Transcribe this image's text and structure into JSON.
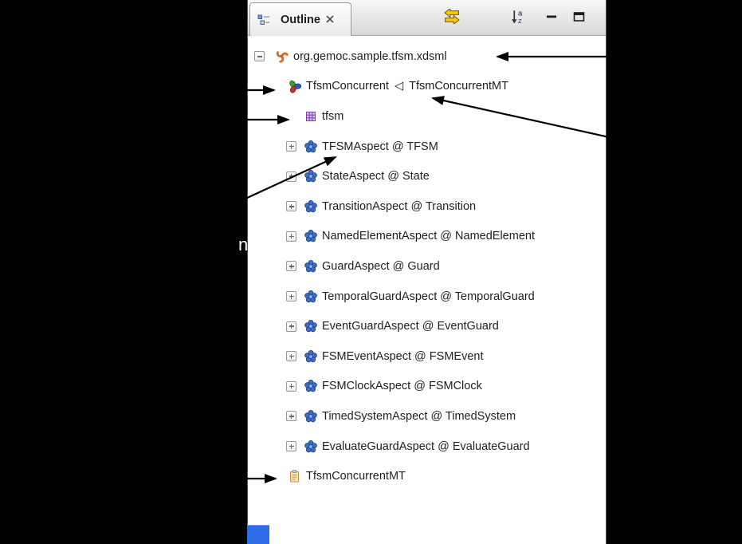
{
  "panel": {
    "tab": {
      "label": "Outline"
    },
    "toolbar": {
      "sort_a": "a",
      "sort_z": "z"
    }
  },
  "tree": {
    "rows": [
      {
        "level": 0,
        "expander": "minus",
        "icon": "gemoc-model-icon",
        "label": "org.gemoc.sample.tfsm.xdsml"
      },
      {
        "level": 1,
        "expander": null,
        "icon": "language-icon",
        "label": "TfsmConcurrent",
        "sep": "◁",
        "ref": "TfsmConcurrentMT"
      },
      {
        "level": 2,
        "expander": null,
        "icon": "package-icon",
        "label": "tfsm"
      },
      {
        "level": 2,
        "expander": "plus",
        "icon": "aspect-icon",
        "label": "TFSMAspect @ TFSM"
      },
      {
        "level": 2,
        "expander": "plus",
        "icon": "aspect-icon",
        "label": "StateAspect @ State"
      },
      {
        "level": 2,
        "expander": "plus",
        "icon": "aspect-icon",
        "label": "TransitionAspect @ Transition"
      },
      {
        "level": 2,
        "expander": "plus",
        "icon": "aspect-icon",
        "label": "NamedElementAspect @ NamedElement"
      },
      {
        "level": 2,
        "expander": "plus",
        "icon": "aspect-icon",
        "label": "GuardAspect @ Guard"
      },
      {
        "level": 2,
        "expander": "plus",
        "icon": "aspect-icon",
        "label": "TemporalGuardAspect @ TemporalGuard"
      },
      {
        "level": 2,
        "expander": "plus",
        "icon": "aspect-icon",
        "label": "EventGuardAspect @ EventGuard"
      },
      {
        "level": 2,
        "expander": "plus",
        "icon": "aspect-icon",
        "label": "FSMEventAspect @ FSMEvent"
      },
      {
        "level": 2,
        "expander": "plus",
        "icon": "aspect-icon",
        "label": "FSMClockAspect @ FSMClock"
      },
      {
        "level": 2,
        "expander": "plus",
        "icon": "aspect-icon",
        "label": "TimedSystemAspect @ TimedSystem"
      },
      {
        "level": 2,
        "expander": "plus",
        "icon": "aspect-icon",
        "label": "EvaluateGuardAspect @ EvaluateGuard"
      },
      {
        "level": 1,
        "expander": null,
        "icon": "clipboard-icon",
        "label": "TfsmConcurrentMT"
      }
    ]
  },
  "annotations": {
    "cutoff_label": "nt"
  }
}
